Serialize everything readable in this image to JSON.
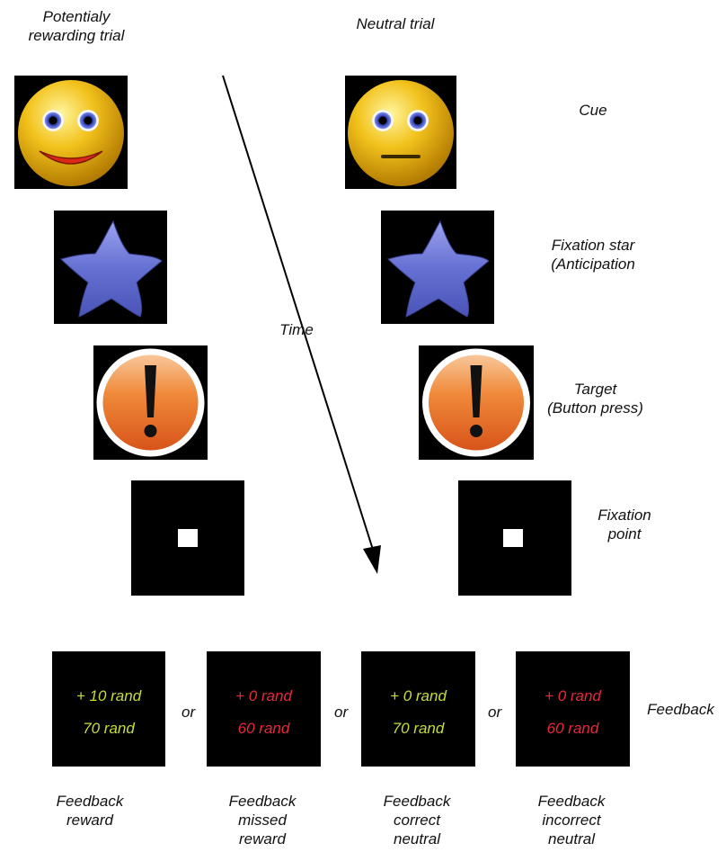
{
  "headers": {
    "rewarding": [
      "Potentialy",
      "rewarding trial"
    ],
    "neutral": "Neutral trial"
  },
  "stage_labels": {
    "cue": "Cue",
    "fixation_star": [
      "Fixation star",
      "(Anticipation"
    ],
    "target": [
      "Target",
      "(Button press)"
    ],
    "fixation_point": [
      "Fixation",
      "point"
    ],
    "feedback": "Feedback"
  },
  "time_label": "Time",
  "feedback_panels": [
    {
      "line1": "+ 10 rand",
      "line2": "70 rand",
      "color": "#c8dc3c"
    },
    {
      "line1": "+ 0 rand",
      "line2": "60 rand",
      "color": "#e8283c"
    },
    {
      "line1": "+ 0 rand",
      "line2": "70 rand",
      "color": "#c8dc3c"
    },
    {
      "line1": "+ 0 rand",
      "line2": "60 rand",
      "color": "#e8283c"
    }
  ],
  "or_label": "or",
  "feedback_captions": [
    [
      "Feedback",
      "reward"
    ],
    [
      "Feedback",
      "missed",
      "reward"
    ],
    [
      "Feedback",
      "correct",
      "neutral"
    ],
    [
      "Feedback",
      "incorrect",
      "neutral"
    ]
  ],
  "icons": [
    "smiley-face-icon",
    "neutral-face-icon",
    "star-icon",
    "exclamation-icon",
    "fixation-square-icon"
  ]
}
